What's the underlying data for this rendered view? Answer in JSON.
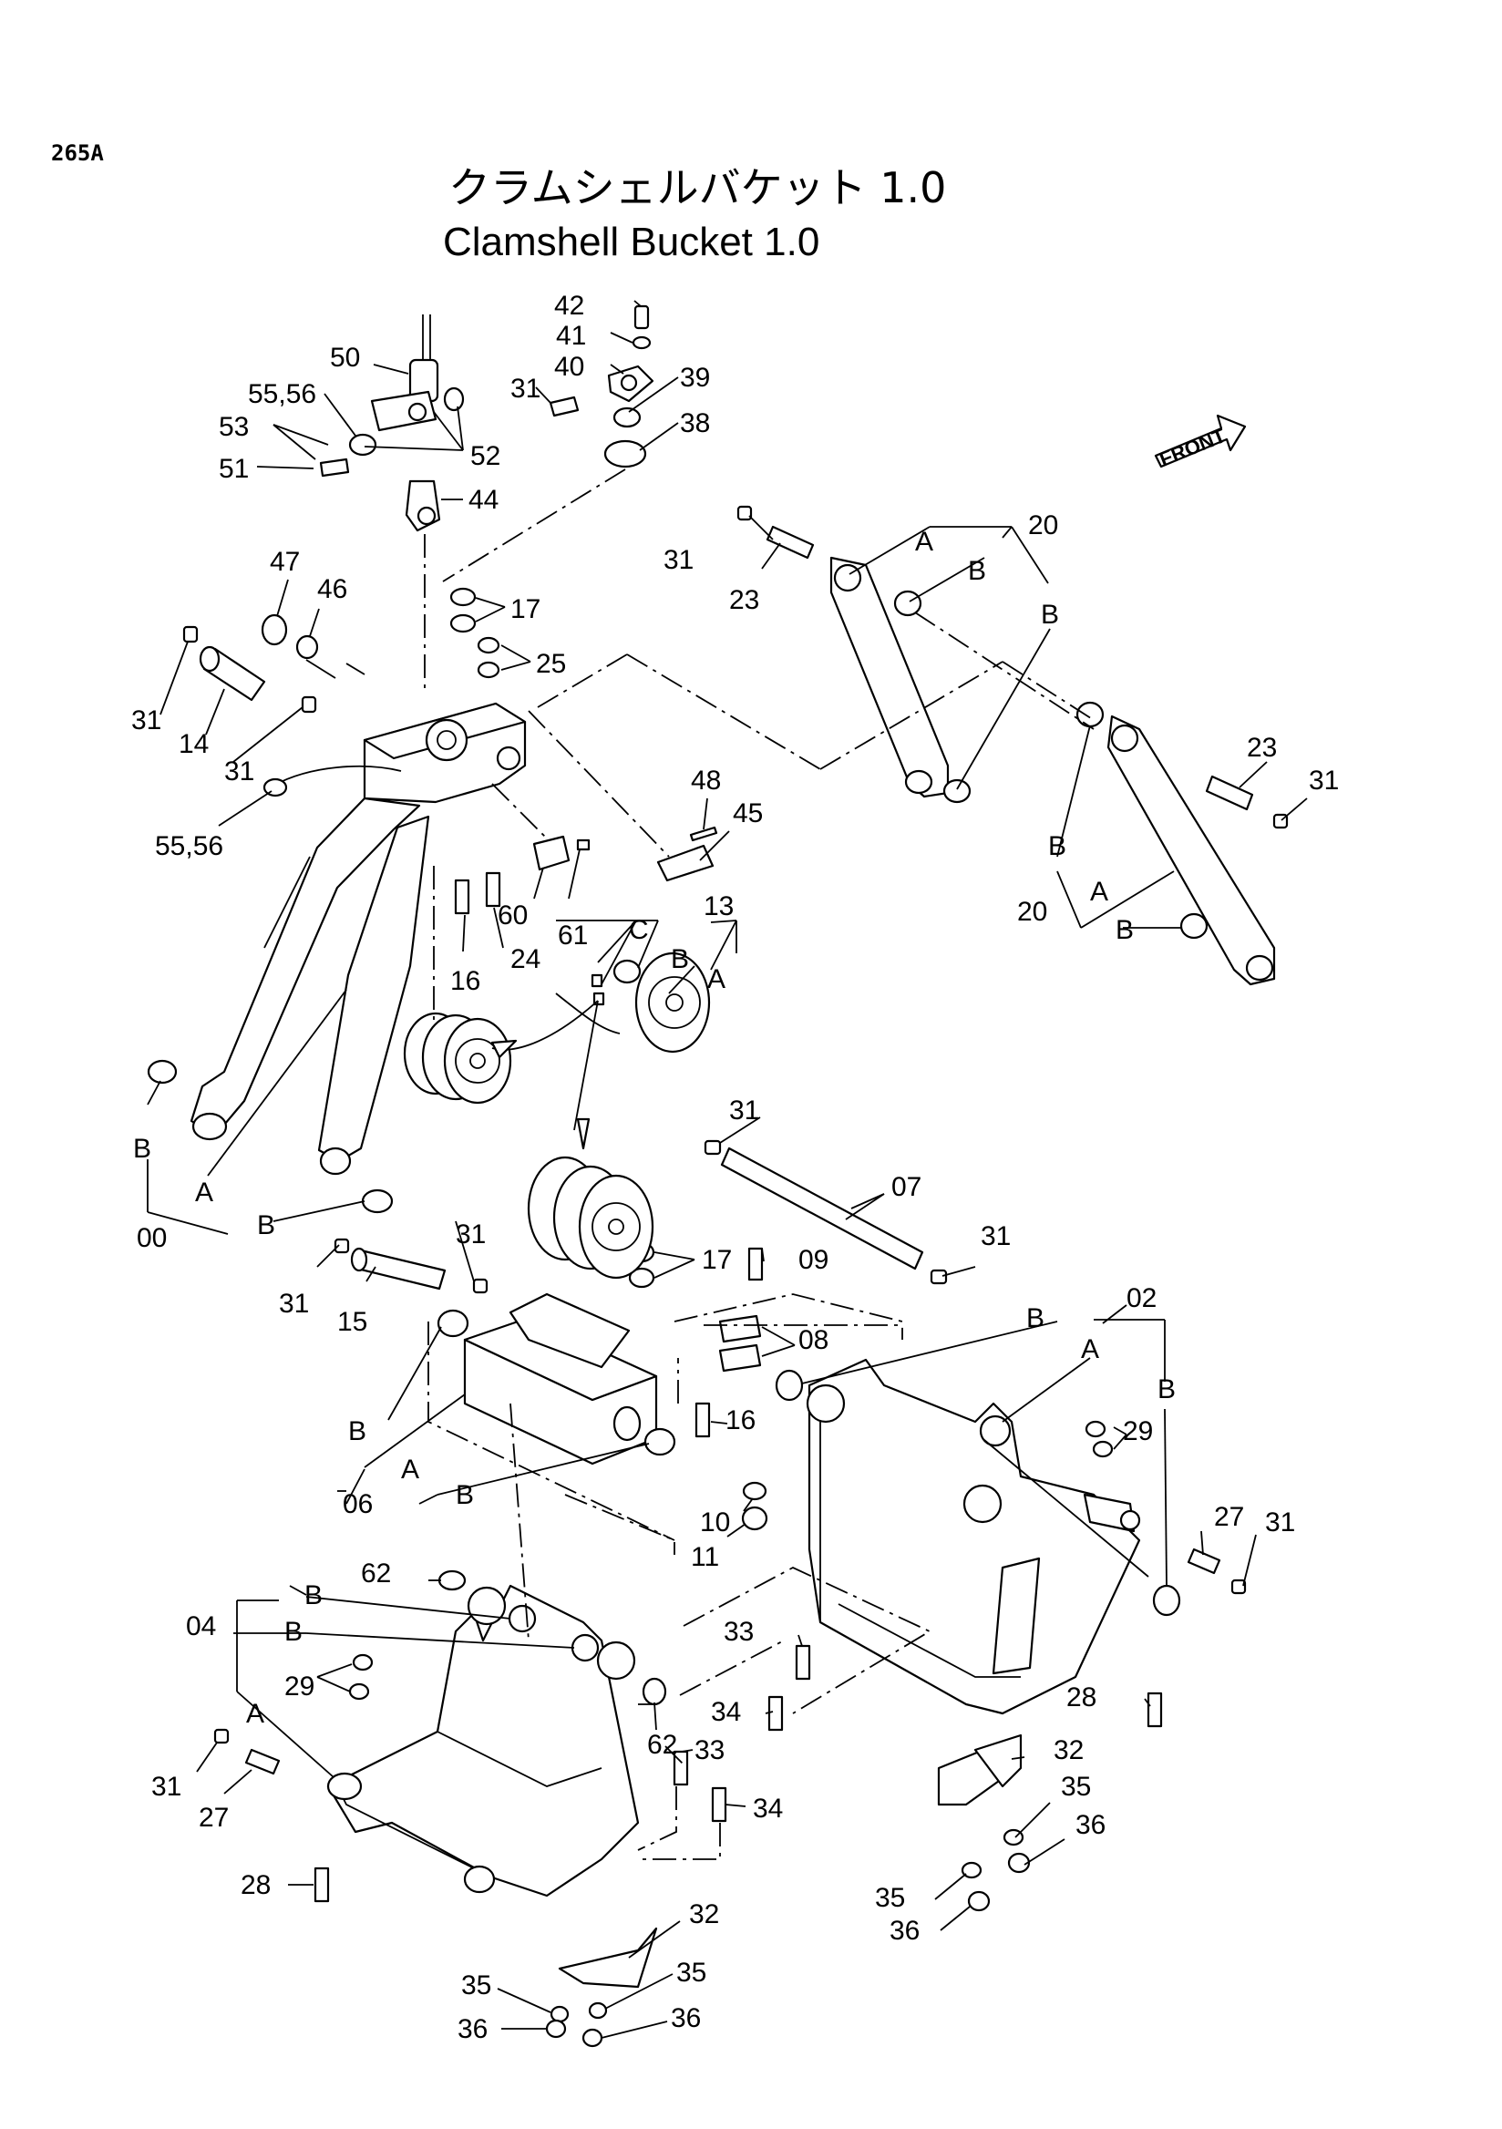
{
  "page_number": "265A",
  "title_jp": "クラムシェルバケット 1.0",
  "title_en": "Clamshell Bucket 1.0",
  "front_label": "FRONT",
  "callouts": {
    "c00": "00",
    "c02": "02",
    "c04": "04",
    "c06": "06",
    "c07": "07",
    "c08": "08",
    "c09": "09",
    "c10": "10",
    "c11": "11",
    "c13": "13",
    "c14": "14",
    "c15": "15",
    "c16a": "16",
    "c16b": "16",
    "c17a": "17",
    "c17b": "17",
    "c20a": "20",
    "c20b": "20",
    "c23a": "23",
    "c23b": "23",
    "c24": "24",
    "c25": "25",
    "c27a": "27",
    "c27b": "27",
    "c28a": "28",
    "c28b": "28",
    "c29a": "29",
    "c29b": "29",
    "c31a": "31",
    "c31b": "31",
    "c31c": "31",
    "c31d": "31",
    "c31e": "31",
    "c31f": "31",
    "c31g": "31",
    "c31h": "31",
    "c31i": "31",
    "c31j": "31",
    "c31k": "31",
    "c32a": "32",
    "c32b": "32",
    "c33a": "33",
    "c33b": "33",
    "c34a": "34",
    "c34b": "34",
    "c35a": "35",
    "c35b": "35",
    "c35c": "35",
    "c35d": "35",
    "c36a": "36",
    "c36b": "36",
    "c36c": "36",
    "c36d": "36",
    "c38": "38",
    "c39": "39",
    "c40": "40",
    "c41": "41",
    "c42": "42",
    "c44": "44",
    "c45": "45",
    "c46": "46",
    "c47": "47",
    "c48": "48",
    "c50": "50",
    "c51": "51",
    "c52": "52",
    "c53": "53",
    "c5556a": "55,56",
    "c5556b": "55,56",
    "c60": "60",
    "c61": "61",
    "c62a": "62",
    "c62b": "62"
  },
  "letters": {
    "A": "A",
    "B": "B",
    "C": "C"
  }
}
